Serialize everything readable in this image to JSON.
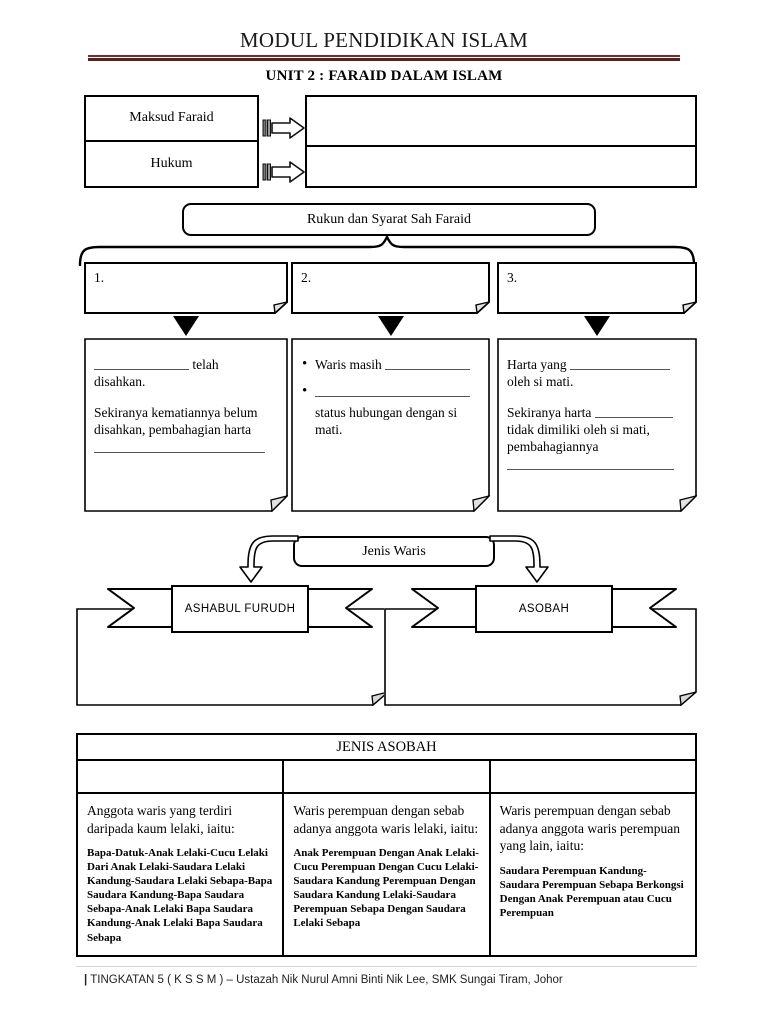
{
  "header": {
    "doc_title": "MODUL PENDIDIKAN ISLAM",
    "unit_title": "UNIT 2 : FARAID DALAM ISLAM",
    "rule_color": "#7b2b2b"
  },
  "top_block": {
    "labels": [
      {
        "text": "Maksud Faraid"
      },
      {
        "text": "Hukum"
      }
    ],
    "answers": [
      {
        "text": ""
      },
      {
        "text": ""
      }
    ]
  },
  "rukun": {
    "heading": "Rukun dan Syarat Sah Faraid",
    "numbered": [
      {
        "number": "1.",
        "text": ""
      },
      {
        "number": "2.",
        "text": ""
      },
      {
        "number": "3.",
        "text": ""
      }
    ],
    "details": [
      {
        "line1_suffix": "telah",
        "line2": "disahkan.",
        "para2": "Sekiranya kematiannya belum disahkan, pembahagian harta"
      },
      {
        "bullets": [
          {
            "prefix": "Waris masih",
            "blank": true,
            "suffix": ""
          },
          {
            "prefix": "",
            "blank": true,
            "suffix": "status hubungan dengan si mati."
          }
        ]
      },
      {
        "line1_prefix": "Harta yang",
        "line2": "oleh si mati.",
        "para2_prefix": "Sekiranya harta",
        "para2_rest": "tidak dimiliki oleh si mati, pembahagiannya"
      }
    ]
  },
  "jenis_waris": {
    "heading": "Jenis Waris",
    "banners": [
      {
        "label": "ASHABUL FURUDH",
        "body": ""
      },
      {
        "label": "ASOBAH",
        "body": ""
      }
    ]
  },
  "asobah_table": {
    "title": "JENIS ASOBAH",
    "sub_headers": [
      "",
      "",
      ""
    ],
    "columns": [
      {
        "lead": "Anggota waris yang terdiri daripada kaum lelaki, iaitu:",
        "detail": "Bapa-Datuk-Anak Lelaki-Cucu Lelaki Dari Anak Lelaki-Saudara Lelaki Kandung-Saudara Lelaki Sebapa-Bapa Saudara Kandung-Bapa Saudara Sebapa-Anak Lelaki Bapa Saudara Kandung-Anak Lelaki Bapa Saudara Sebapa"
      },
      {
        "lead": "Waris perempuan dengan sebab adanya anggota waris lelaki, iaitu:",
        "detail": "Anak Perempuan Dengan Anak Lelaki-Cucu Perempuan Dengan Cucu Lelaki-Saudara Kandung Perempuan Dengan Saudara Kandung Lelaki-Saudara Perempuan Sebapa Dengan Saudara Lelaki Sebapa"
      },
      {
        "lead": "Waris perempuan dengan sebab adanya anggota waris perempuan yang lain, iaitu:",
        "detail": "Saudara Perempuan Kandung-Saudara Perempuan Sebapa Berkongsi Dengan Anak Perempuan atau Cucu Perempuan"
      }
    ]
  },
  "footer": {
    "bar": "|",
    "text": "TINGKATAN 5 ( K S S M ) – Ustazah Nik Nurul Amni Binti Nik Lee, SMK Sungai Tiram, Johor"
  }
}
